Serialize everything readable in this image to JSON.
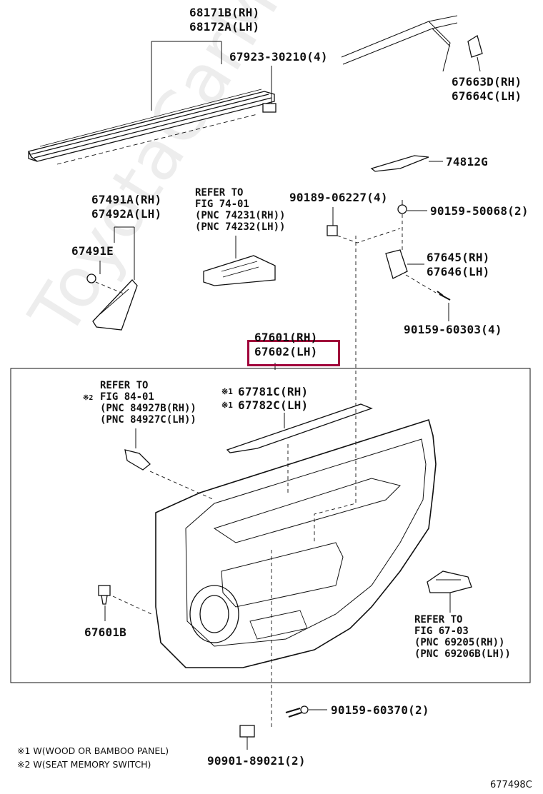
{
  "watermark": "ToyotaCarMine.ru",
  "highlight_color": "#a0003a",
  "labels": {
    "p68171b": "68171B(RH)",
    "p68172a": "68172A(LH)",
    "p67923": "67923-30210(4)",
    "p67663d": "67663D(RH)",
    "p67664c": "67664C(LH)",
    "p74812g": "74812G",
    "p90189": "90189-06227(4)",
    "p90159_50068": "90159-50068(2)",
    "p67491a": "67491A(RH)",
    "p67492a": "67492A(LH)",
    "p67491e": "67491E",
    "p67645": "67645(RH)",
    "p67646": "67646(LH)",
    "p90159_60303": "90159-60303(4)",
    "p67601": "67601(RH)",
    "p67602": "67602(LH)",
    "p67781c": "67781C(RH)",
    "p67782c": "67782C(LH)",
    "p67601b": "67601B",
    "p90159_60370": "90159-60370(2)",
    "p90901": "90901-89021(2)"
  },
  "refers": {
    "fig74": [
      "REFER TO",
      "FIG 74-01",
      "(PNC 74231(RH))",
      "(PNC 74232(LH))"
    ],
    "fig84": [
      "REFER TO",
      "FIG 84-01",
      "(PNC 84927B(RH))",
      "(PNC 84927C(LH))"
    ],
    "fig67": [
      "REFER TO",
      "FIG 67-03",
      "(PNC 69205(RH))",
      "(PNC 69206B(LH))"
    ]
  },
  "marks": {
    "m1": "※1",
    "m2": "※2"
  },
  "legend": [
    "※1 W(WOOD OR BAMBOO PANEL)",
    "※2 W(SEAT MEMORY SWITCH)"
  ],
  "figure_code": "677498C"
}
